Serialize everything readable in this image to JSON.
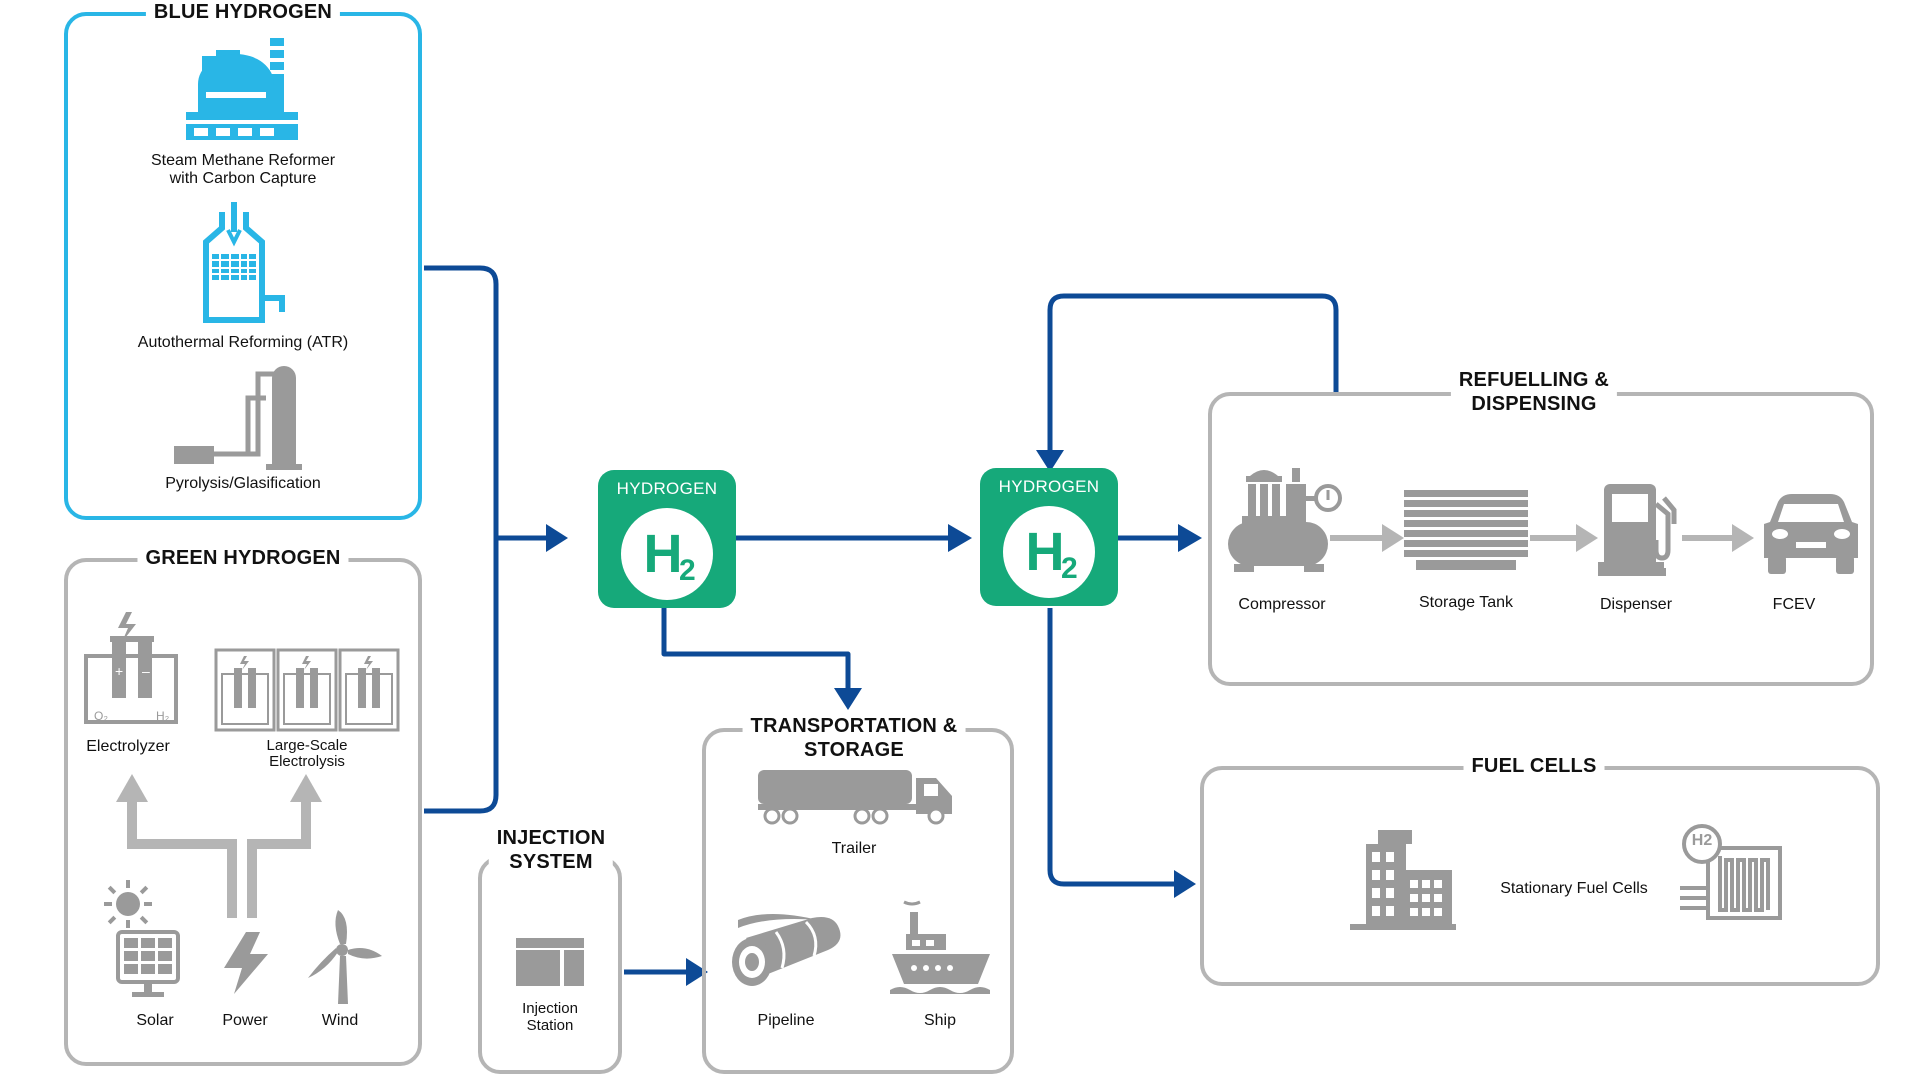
{
  "blue_hydrogen": {
    "title": "BLUE HYDROGEN",
    "steam_methane": "Steam Methane Reformer\nwith Carbon Capture",
    "atr": "Autothermal Reforming (ATR)",
    "pyrolysis": "Pyrolysis/Glasification"
  },
  "green_hydrogen": {
    "title": "GREEN HYDROGEN",
    "electrolyzer": "Electrolyzer",
    "large_scale": "Large-Scale\nElectrolysis",
    "solar": "Solar",
    "power": "Power",
    "wind": "Wind"
  },
  "hydrogen_hub_1": {
    "title": "HYDROGEN",
    "symbol": "H",
    "subscript": "2"
  },
  "hydrogen_hub_2": {
    "title": "HYDROGEN",
    "symbol": "H",
    "subscript": "2"
  },
  "injection": {
    "title": "INJECTION\nSYSTEM",
    "station": "Injection\nStation"
  },
  "transport": {
    "title": "TRANSPORTATION &\nSTORAGE",
    "trailer": "Trailer",
    "pipeline": "Pipeline",
    "ship": "Ship"
  },
  "refuelling": {
    "title": "REFUELLING &\nDISPENSING",
    "compressor": "Compressor",
    "storage_tank": "Storage Tank",
    "dispenser": "Dispenser",
    "fcev": "FCEV"
  },
  "fuel_cells": {
    "title": "FUEL CELLS",
    "stationary": "Stationary Fuel Cells",
    "h2_badge": "H2"
  },
  "colors": {
    "blue_border": "#29b6e6",
    "gray_border": "#b5b5b5",
    "hydrogen_green": "#16a97a",
    "flow_arrow": "#0d4a96",
    "icon_gray": "#9a9a9a"
  }
}
